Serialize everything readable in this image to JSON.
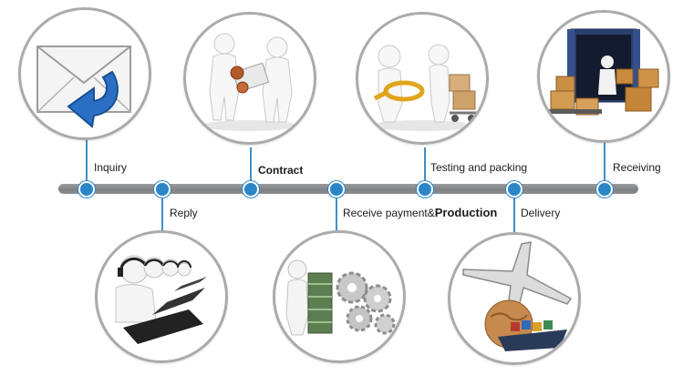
{
  "steps": [
    {
      "label": "Inquiry",
      "icon": "envelope-arrow-icon"
    },
    {
      "label": "Reply",
      "icon": "call-center-agents-icon"
    },
    {
      "label": "Contract",
      "icon": "handshake-contract-icon"
    },
    {
      "label": "Receive payment",
      "label_suffix": "Production",
      "icon": "money-gears-icon"
    },
    {
      "label": "Testing and packing",
      "icon": "inspection-boxes-icon"
    },
    {
      "label": "Delivery",
      "icon": "plane-ship-globe-icon"
    },
    {
      "label": "Receiving",
      "icon": "container-boxes-icon"
    }
  ],
  "colors": {
    "timeline_bar": "#8a8c8e",
    "node": "#2b86c8",
    "circle_border": "#a9abad",
    "accent_blue": "#2a6fc4"
  }
}
